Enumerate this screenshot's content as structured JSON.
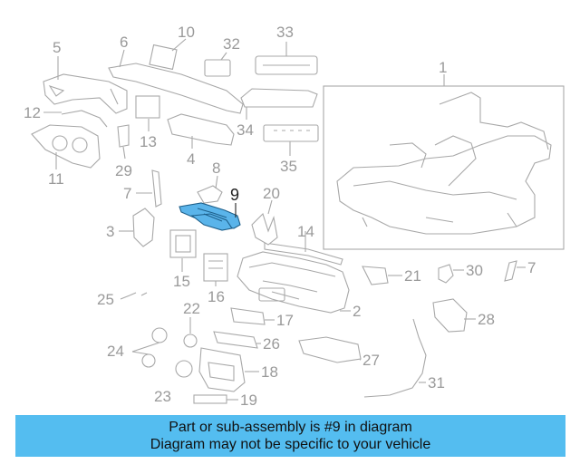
{
  "diagram": {
    "highlighted_part": "9",
    "callouts": [
      "1",
      "2",
      "3",
      "4",
      "5",
      "6",
      "7",
      "7",
      "8",
      "9",
      "10",
      "11",
      "12",
      "13",
      "14",
      "15",
      "16",
      "17",
      "18",
      "19",
      "20",
      "21",
      "22",
      "23",
      "24",
      "25",
      "26",
      "27",
      "28",
      "29",
      "30",
      "31",
      "32",
      "33",
      "34",
      "35"
    ]
  },
  "footer": {
    "line1": "Part or sub-assembly is #9 in diagram",
    "line2": "Diagram may not be specific to your vehicle"
  },
  "colors": {
    "banner": "#54bdf0",
    "highlight": "#5ab4ea",
    "linework": "#a8a8a8"
  }
}
